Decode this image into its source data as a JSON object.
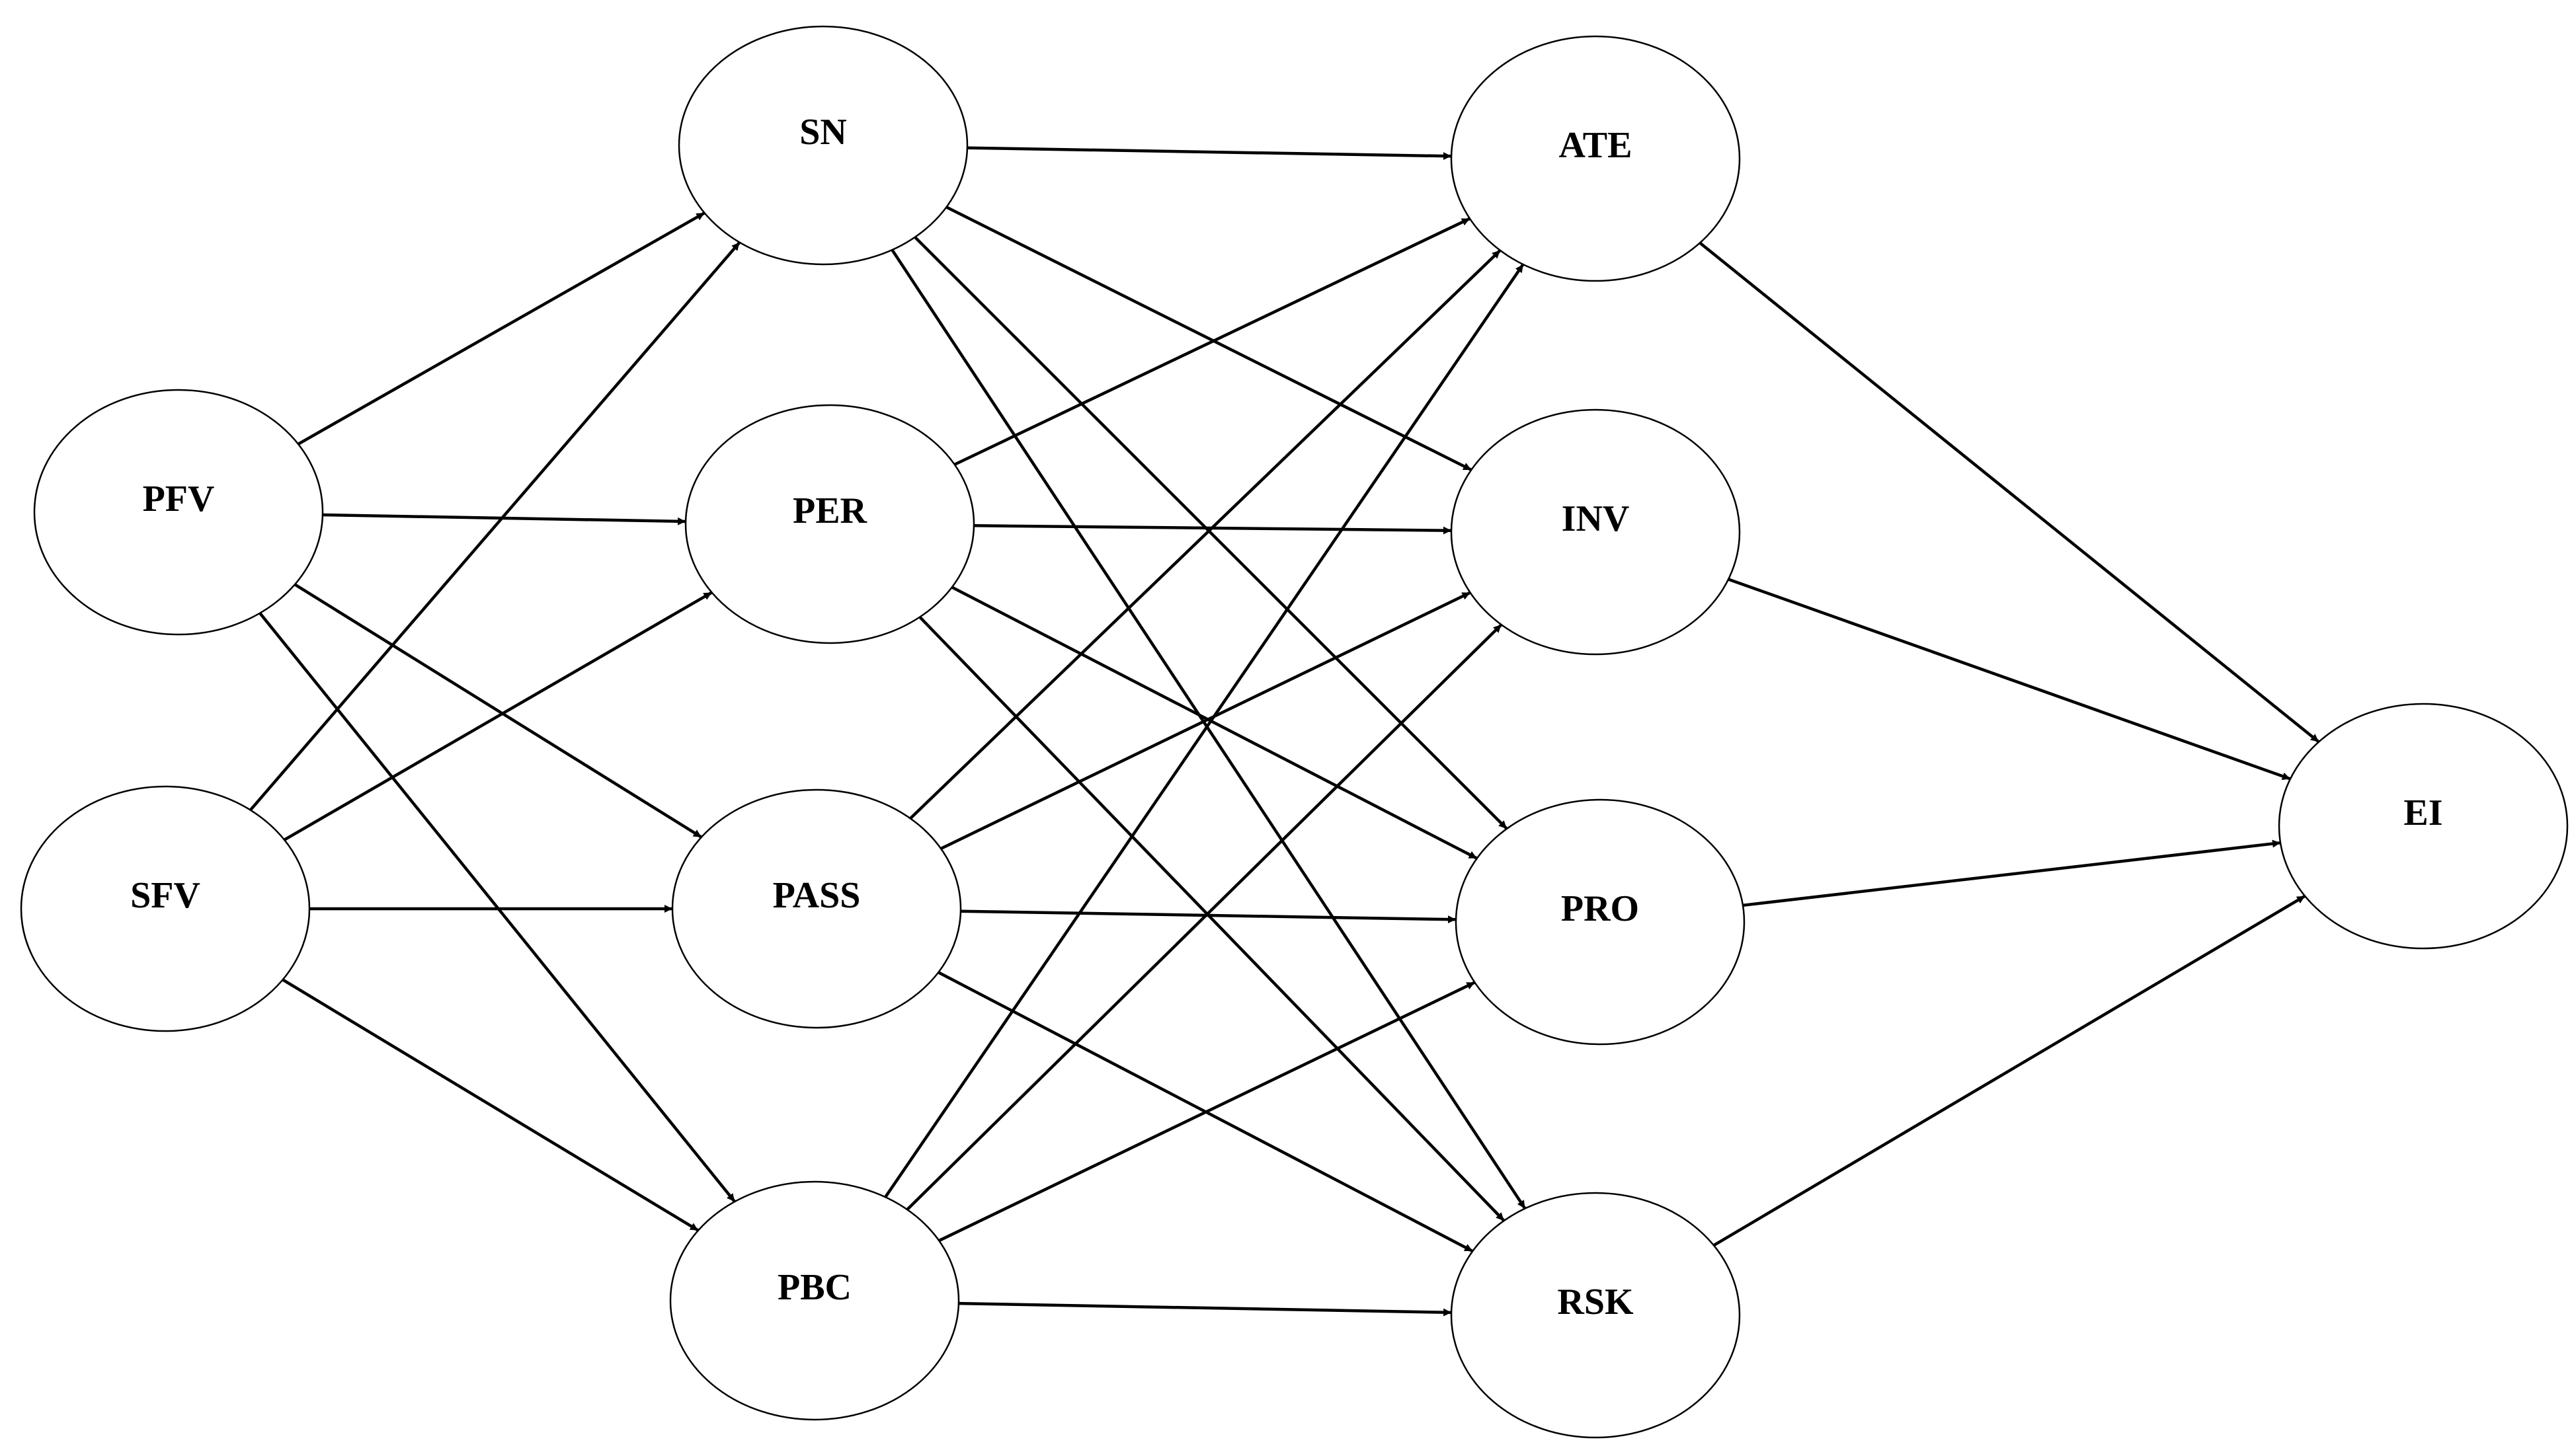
{
  "diagram": {
    "nodes": [
      {
        "id": "PFV",
        "label": "PFV"
      },
      {
        "id": "SFV",
        "label": "SFV"
      },
      {
        "id": "SN",
        "label": "SN"
      },
      {
        "id": "PER",
        "label": "PER"
      },
      {
        "id": "PASS",
        "label": "PASS"
      },
      {
        "id": "PBC",
        "label": "PBC"
      },
      {
        "id": "ATE",
        "label": "ATE"
      },
      {
        "id": "INV",
        "label": "INV"
      },
      {
        "id": "PRO",
        "label": "PRO"
      },
      {
        "id": "RSK",
        "label": "RSK"
      },
      {
        "id": "EI",
        "label": "EI"
      }
    ],
    "edges": [
      {
        "from": "PFV",
        "to": "SN"
      },
      {
        "from": "PFV",
        "to": "PER"
      },
      {
        "from": "PFV",
        "to": "PASS"
      },
      {
        "from": "PFV",
        "to": "PBC"
      },
      {
        "from": "SFV",
        "to": "SN"
      },
      {
        "from": "SFV",
        "to": "PER"
      },
      {
        "from": "SFV",
        "to": "PASS"
      },
      {
        "from": "SFV",
        "to": "PBC"
      },
      {
        "from": "SN",
        "to": "ATE"
      },
      {
        "from": "SN",
        "to": "INV"
      },
      {
        "from": "SN",
        "to": "PRO"
      },
      {
        "from": "SN",
        "to": "RSK"
      },
      {
        "from": "PER",
        "to": "ATE"
      },
      {
        "from": "PER",
        "to": "INV"
      },
      {
        "from": "PER",
        "to": "PRO"
      },
      {
        "from": "PER",
        "to": "RSK"
      },
      {
        "from": "PASS",
        "to": "ATE"
      },
      {
        "from": "PASS",
        "to": "INV"
      },
      {
        "from": "PASS",
        "to": "PRO"
      },
      {
        "from": "PASS",
        "to": "RSK"
      },
      {
        "from": "PBC",
        "to": "ATE"
      },
      {
        "from": "PBC",
        "to": "INV"
      },
      {
        "from": "PBC",
        "to": "PRO"
      },
      {
        "from": "PBC",
        "to": "RSK"
      },
      {
        "from": "ATE",
        "to": "EI"
      },
      {
        "from": "INV",
        "to": "EI"
      },
      {
        "from": "PRO",
        "to": "EI"
      },
      {
        "from": "RSK",
        "to": "EI"
      }
    ]
  }
}
